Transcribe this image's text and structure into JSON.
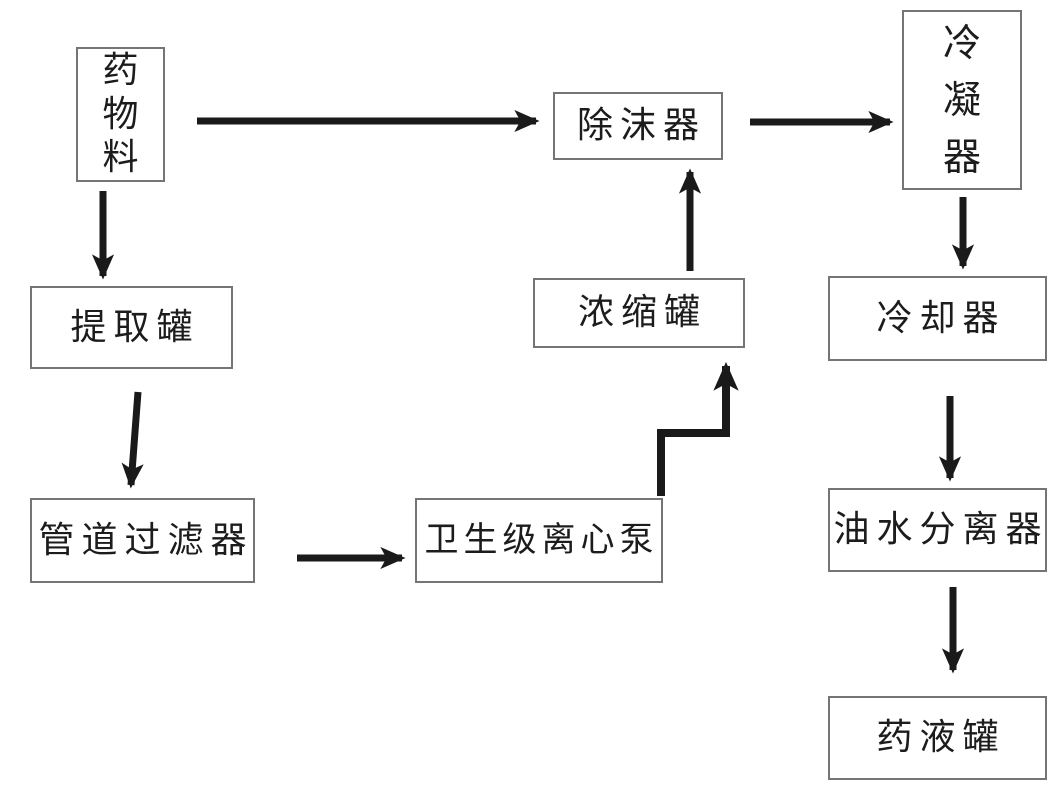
{
  "diagram": {
    "type": "flowchart",
    "description": "Pharmaceutical extraction process flow",
    "nodes": [
      {
        "id": "drug-material",
        "label": "药物料",
        "orientation": "vertical"
      },
      {
        "id": "extraction-tank",
        "label": "提取罐",
        "orientation": "horizontal"
      },
      {
        "id": "pipeline-filter",
        "label": "管道过滤器",
        "orientation": "horizontal"
      },
      {
        "id": "centrifugal-pump",
        "label": "卫生级离心泵",
        "orientation": "horizontal"
      },
      {
        "id": "concentration-tank",
        "label": "浓缩罐",
        "orientation": "horizontal"
      },
      {
        "id": "demister",
        "label": "除沫器",
        "orientation": "horizontal"
      },
      {
        "id": "condenser",
        "label": "冷凝器",
        "orientation": "vertical"
      },
      {
        "id": "cooler",
        "label": "冷却器",
        "orientation": "horizontal"
      },
      {
        "id": "oil-water-separator",
        "label": "油水分离器",
        "orientation": "horizontal"
      },
      {
        "id": "liquid-tank",
        "label": "药液罐",
        "orientation": "horizontal"
      }
    ],
    "edges": [
      {
        "from": "药物料",
        "to": "除沫器",
        "shape": "straight"
      },
      {
        "from": "药物料",
        "to": "提取罐",
        "shape": "straight"
      },
      {
        "from": "提取罐",
        "to": "管道过滤器",
        "shape": "straight"
      },
      {
        "from": "管道过滤器",
        "to": "卫生级离心泵",
        "shape": "straight"
      },
      {
        "from": "卫生级离心泵",
        "to": "浓缩罐",
        "shape": "elbow"
      },
      {
        "from": "浓缩罐",
        "to": "除沫器",
        "shape": "straight"
      },
      {
        "from": "除沫器",
        "to": "冷凝器",
        "shape": "straight"
      },
      {
        "from": "冷凝器",
        "to": "冷却器",
        "shape": "straight"
      },
      {
        "from": "冷却器",
        "to": "油水分离器",
        "shape": "straight"
      },
      {
        "from": "油水分离器",
        "to": "药液罐",
        "shape": "straight"
      }
    ],
    "colors": {
      "background": "#ffffff",
      "box_border": "#757575",
      "box_fill": "#ffffff",
      "arrow": "#1a1a1a",
      "text": "#1c1c1c"
    }
  }
}
